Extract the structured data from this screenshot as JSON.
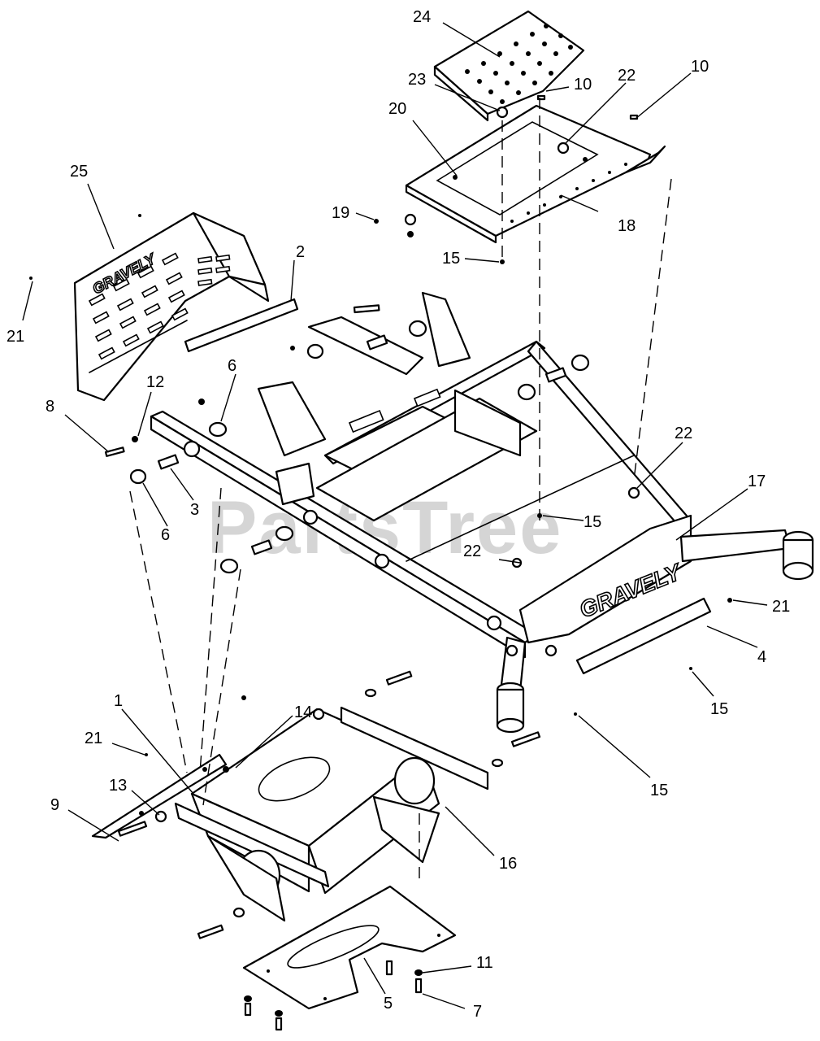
{
  "diagram": {
    "watermark": "PartsTree",
    "brand_mark": "GRAVELY",
    "callouts": [
      {
        "id": "c1",
        "label": "1"
      },
      {
        "id": "c2",
        "label": "2"
      },
      {
        "id": "c3",
        "label": "3"
      },
      {
        "id": "c4",
        "label": "4"
      },
      {
        "id": "c5",
        "label": "5"
      },
      {
        "id": "c6a",
        "label": "6"
      },
      {
        "id": "c6b",
        "label": "6"
      },
      {
        "id": "c7",
        "label": "7"
      },
      {
        "id": "c8",
        "label": "8"
      },
      {
        "id": "c9",
        "label": "9"
      },
      {
        "id": "c10a",
        "label": "10"
      },
      {
        "id": "c10b",
        "label": "10"
      },
      {
        "id": "c11",
        "label": "11"
      },
      {
        "id": "c12",
        "label": "12"
      },
      {
        "id": "c13",
        "label": "13"
      },
      {
        "id": "c14",
        "label": "14"
      },
      {
        "id": "c15a",
        "label": "15"
      },
      {
        "id": "c15b",
        "label": "15"
      },
      {
        "id": "c15c",
        "label": "15"
      },
      {
        "id": "c15d",
        "label": "15"
      },
      {
        "id": "c16",
        "label": "16"
      },
      {
        "id": "c17",
        "label": "17"
      },
      {
        "id": "c18",
        "label": "18"
      },
      {
        "id": "c19",
        "label": "19"
      },
      {
        "id": "c20",
        "label": "20"
      },
      {
        "id": "c21a",
        "label": "21"
      },
      {
        "id": "c21b",
        "label": "21"
      },
      {
        "id": "c21c",
        "label": "21"
      },
      {
        "id": "c22a",
        "label": "22"
      },
      {
        "id": "c22b",
        "label": "22"
      },
      {
        "id": "c22c",
        "label": "22"
      },
      {
        "id": "c23",
        "label": "23"
      },
      {
        "id": "c24",
        "label": "24"
      },
      {
        "id": "c25",
        "label": "25"
      }
    ]
  }
}
